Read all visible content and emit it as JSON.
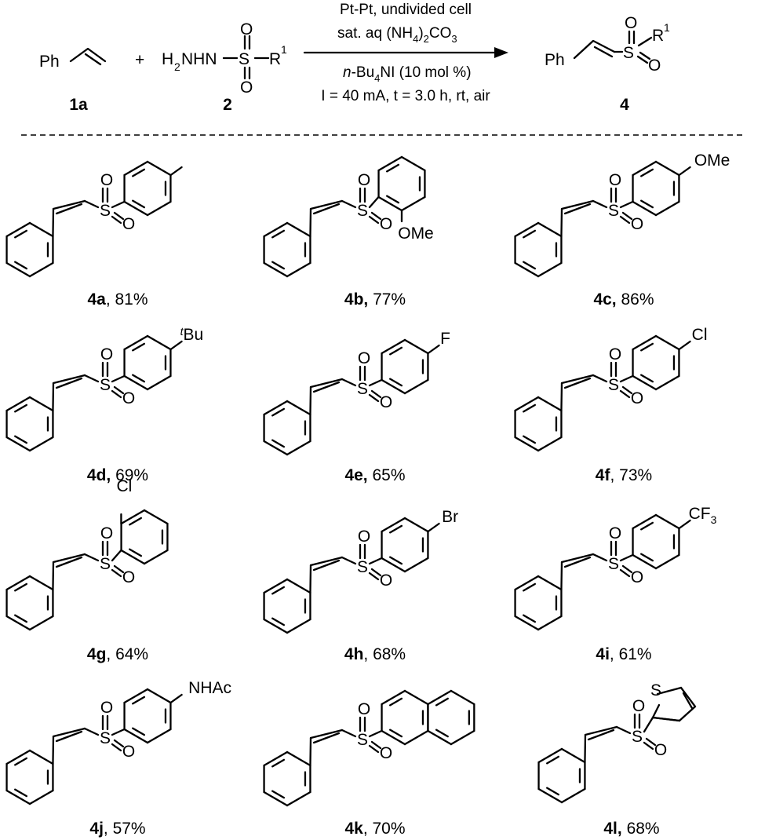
{
  "reaction": {
    "reactant1": {
      "group": "Ph",
      "label": "1a"
    },
    "plus": "+",
    "reactant2": {
      "prefix": "H",
      "prefix_sub": "2",
      "mid": "NHN",
      "sulfur": "S",
      "oxygen": "O",
      "r": "R",
      "r_sup": "1",
      "label": "2"
    },
    "conditions": {
      "line1": "Pt-Pt, undivided cell",
      "line2_a": "sat. aq (NH",
      "line2_sub1": "4",
      "line2_b": ")",
      "line2_sub2": "2",
      "line2_c": "CO",
      "line2_sub3": "3",
      "line3_italic": "n",
      "line3_a": "-Bu",
      "line3_sub": "4",
      "line3_b": "NI (10 mol %)",
      "line4": "I = 40 mA, t = 3.0 h,  rt,  air"
    },
    "product": {
      "group": "Ph",
      "sulfur": "S",
      "oxygen": "O",
      "r": "R",
      "r_sup": "1",
      "label": "4"
    }
  },
  "atoms": {
    "S": "S",
    "O": "O",
    "F": "F",
    "Cl": "Cl",
    "Br": "Br",
    "OMe": "OMe",
    "tBu_t": "t",
    "tBu": "Bu",
    "CF": "CF",
    "CF_sub": "3",
    "NHAc": "NHAc"
  },
  "compounds": [
    {
      "id": "4a",
      "sep": ", ",
      "yield": "81%",
      "substituent": ""
    },
    {
      "id": "4b,",
      "sep": " ",
      "yield": "77%",
      "substituent": "OMe"
    },
    {
      "id": "4c,",
      "sep": " ",
      "yield": "86%",
      "substituent": "OMe"
    },
    {
      "id": "4d,",
      "sep": " ",
      "yield": "69%",
      "substituent": "tBu"
    },
    {
      "id": "4e,",
      "sep": " ",
      "yield": "65%",
      "substituent": "F"
    },
    {
      "id": "4f",
      "sep": ", ",
      "yield": "73%",
      "substituent": "Cl"
    },
    {
      "id": "4g",
      "sep": ", ",
      "yield": "64%",
      "substituent": "Cl"
    },
    {
      "id": "4h",
      "sep": ", ",
      "yield": "68%",
      "substituent": "Br"
    },
    {
      "id": "4i",
      "sep": ", ",
      "yield": "61%",
      "substituent": "CF3"
    },
    {
      "id": "4j",
      "sep": ", ",
      "yield": "57%",
      "substituent": "NHAc"
    },
    {
      "id": "4k",
      "sep": ", ",
      "yield": "70%",
      "substituent": "naphthyl"
    },
    {
      "id": "4l,",
      "sep": " ",
      "yield": "68%",
      "substituent": "thienyl"
    }
  ]
}
